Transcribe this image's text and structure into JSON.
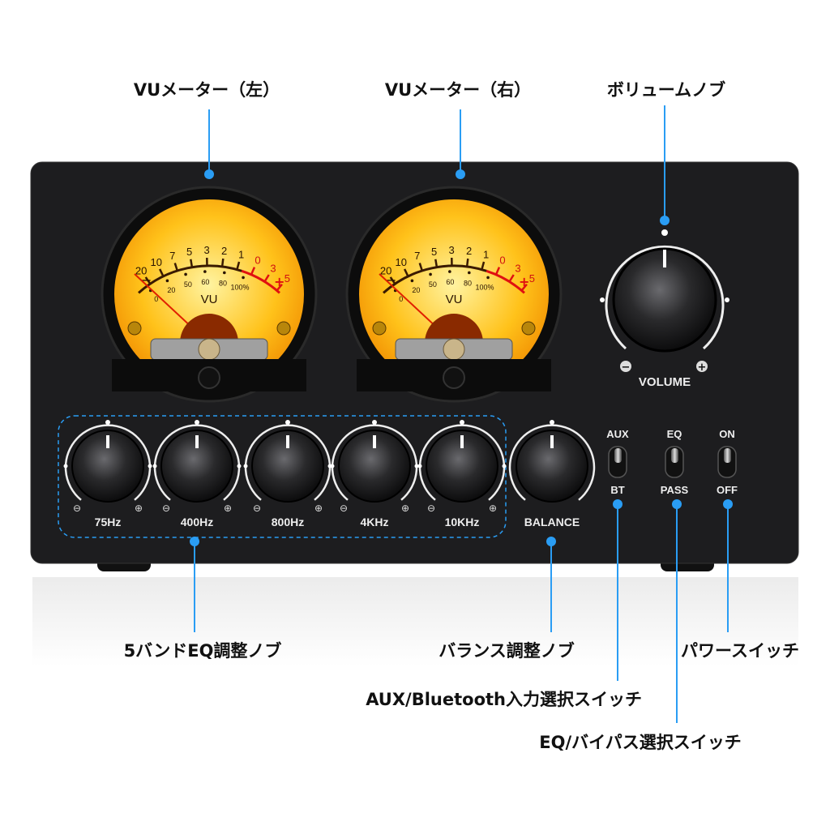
{
  "callouts": {
    "vu_left": "VUメーター（左）",
    "vu_right": "VUメーター（右）",
    "volume_knob": "ボリュームノブ",
    "eq_knobs": "5バンドEQ調整ノブ",
    "balance_knob": "バランス調整ノブ",
    "aux_bt_switch": "AUX/Bluetooth入力選択スイッチ",
    "eq_bypass_switch": "EQ/バイパス選択スイッチ",
    "power_switch": "パワースイッチ"
  },
  "meter": {
    "top_scale": [
      "20",
      "10",
      "7",
      "5",
      "3",
      "2",
      "1",
      "0",
      "3",
      "5"
    ],
    "bottom_scale": [
      "0",
      "20",
      "50",
      "60",
      "80",
      "100%"
    ],
    "label": "VU",
    "minus": "−",
    "plus": "+"
  },
  "volume": {
    "label": "VOLUME",
    "minus": "−",
    "plus": "+"
  },
  "eq_bands": [
    {
      "label": "75Hz"
    },
    {
      "label": "400Hz"
    },
    {
      "label": "800Hz"
    },
    {
      "label": "4KHz"
    },
    {
      "label": "10KHz"
    }
  ],
  "balance": {
    "label": "BALANCE"
  },
  "switches": [
    {
      "top": "AUX",
      "bottom": "BT"
    },
    {
      "top": "EQ",
      "bottom": "PASS"
    },
    {
      "top": "ON",
      "bottom": "OFF"
    }
  ],
  "colors": {
    "callout_line": "#2a9df4",
    "meter_face": "#ffb300",
    "body": "#1d1d1f",
    "red_zone": "#e01010"
  }
}
